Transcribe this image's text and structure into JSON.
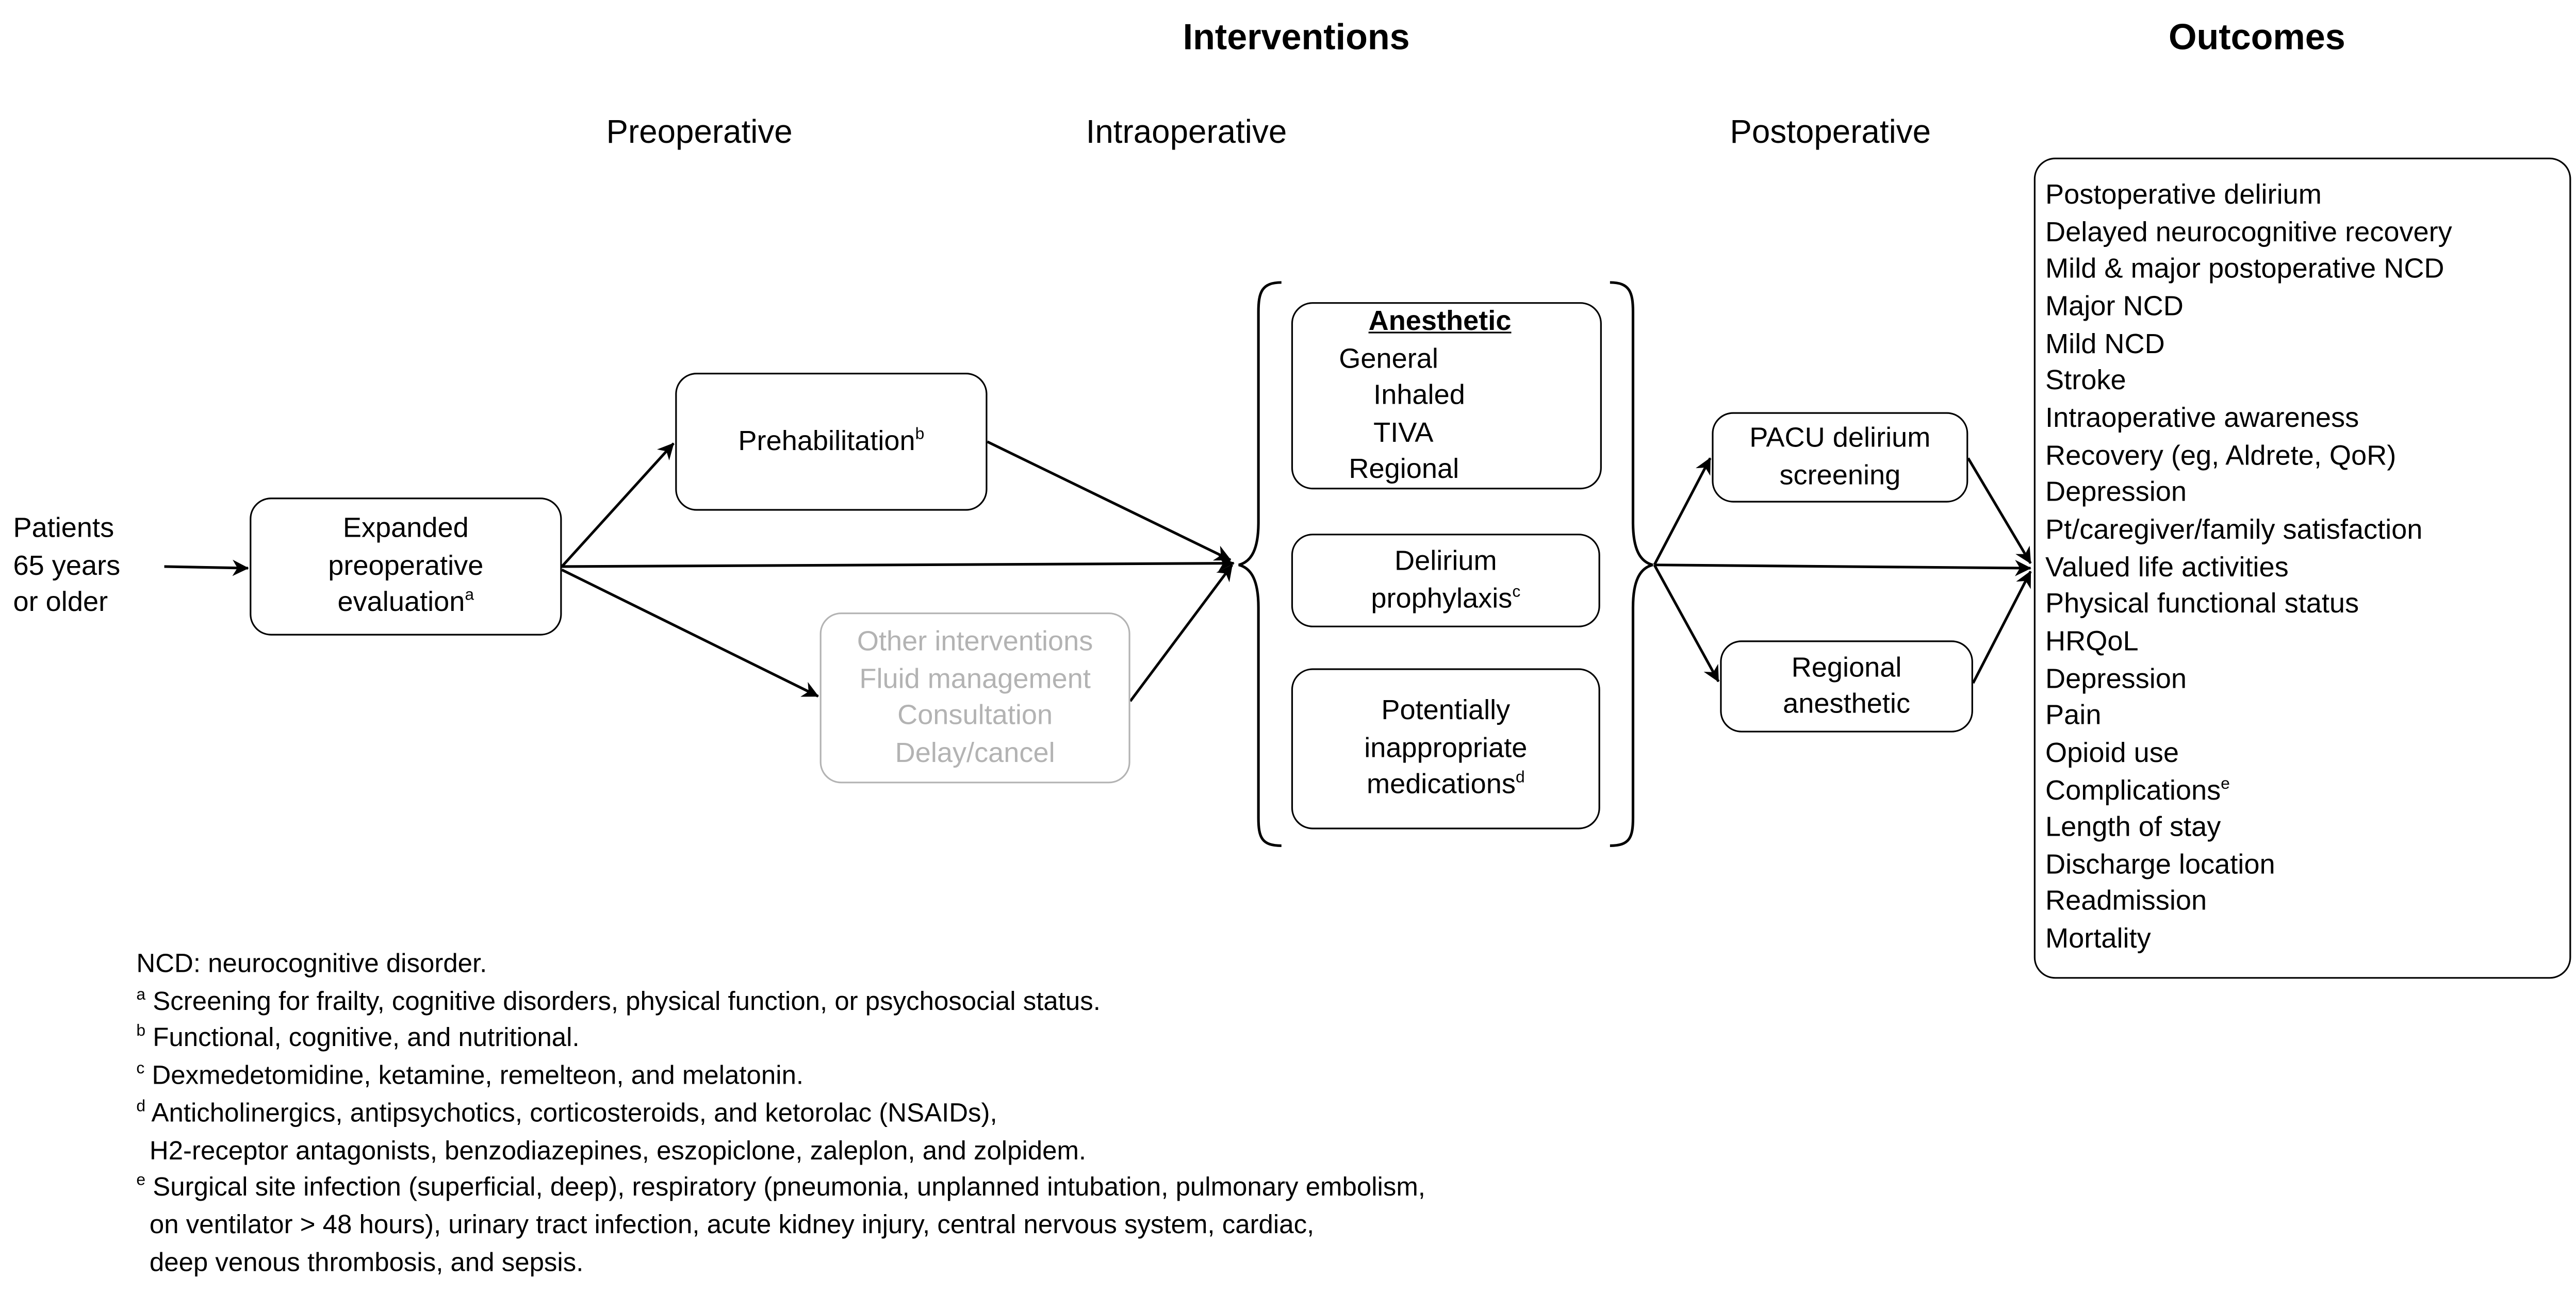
{
  "headers": {
    "interventions": "Interventions",
    "outcomes": "Outcomes"
  },
  "phases": {
    "preoperative": "Preoperative",
    "intraoperative": "Intraoperative",
    "postoperative": "Postoperative"
  },
  "patients": [
    "Patients",
    "65 years",
    "or older"
  ],
  "boxes": {
    "expanded_evaluation": {
      "lines": [
        "Expanded",
        "preoperative",
        "evaluation"
      ],
      "sup": "a"
    },
    "prehabilitation": {
      "text": "Prehabilitation",
      "sup": "b"
    },
    "other_interventions": [
      "Other interventions",
      "Fluid management",
      "Consultation",
      "Delay/cancel"
    ],
    "anesthetic": {
      "title": "Anesthetic",
      "general": "General",
      "inhaled": "Inhaled",
      "tiva": "TIVA",
      "regional": "Regional"
    },
    "delirium_prophylaxis": {
      "lines": [
        "Delirium",
        "prophylaxis"
      ],
      "sup": "c"
    },
    "inappropriate_medications": {
      "lines": [
        "Potentially",
        "inappropriate",
        "medications"
      ],
      "sup": "d"
    },
    "pacu_screening": [
      "PACU delirium",
      "screening"
    ],
    "regional_anesthetic": [
      "Regional",
      "anesthetic"
    ]
  },
  "outcomes": [
    "Postoperative delirium",
    "Delayed neurocognitive recovery",
    "Mild & major postoperative NCD",
    "Major NCD",
    "Mild NCD",
    "Stroke",
    "Intraoperative awareness",
    "Recovery (eg, Aldrete, QoR)",
    "Depression",
    "Pt/caregiver/family satisfaction",
    "Valued life activities",
    "Physical functional status",
    "HRQoL",
    "Depression",
    "Pain",
    "Opioid use",
    "Complications",
    "Length of stay",
    "Discharge location",
    "Readmission",
    "Mortality"
  ],
  "outcome_sup": "e",
  "footnotes": {
    "ncd": "NCD: neurocognitive disorder.",
    "a": {
      "sup": "a",
      "text": " Screening for frailty, cognitive disorders, physical function, or psychosocial status."
    },
    "b": {
      "sup": "b",
      "text": " Functional, cognitive, and nutritional."
    },
    "c": {
      "sup": "c",
      "text": " Dexmedetomidine, ketamine, remelteon, and melatonin."
    },
    "d": {
      "sup": "d",
      "text": " Anticholinergics, antipsychotics, corticosteroids, and ketorolac (NSAIDs),",
      "cont": "H2-receptor antagonists, benzodiazepines, eszopiclone, zaleplon, and zolpidem."
    },
    "e": {
      "sup": "e",
      "text": " Surgical site infection (superficial, deep), respiratory (pneumonia, unplanned intubation, pulmonary embolism,",
      "cont1": "on ventilator > 48 hours), urinary tract infection, acute kidney injury, central nervous system, cardiac,",
      "cont2": "deep venous thrombosis, and sepsis."
    }
  },
  "colors": {
    "line": "#000000",
    "muted": "#b3b3b3"
  }
}
